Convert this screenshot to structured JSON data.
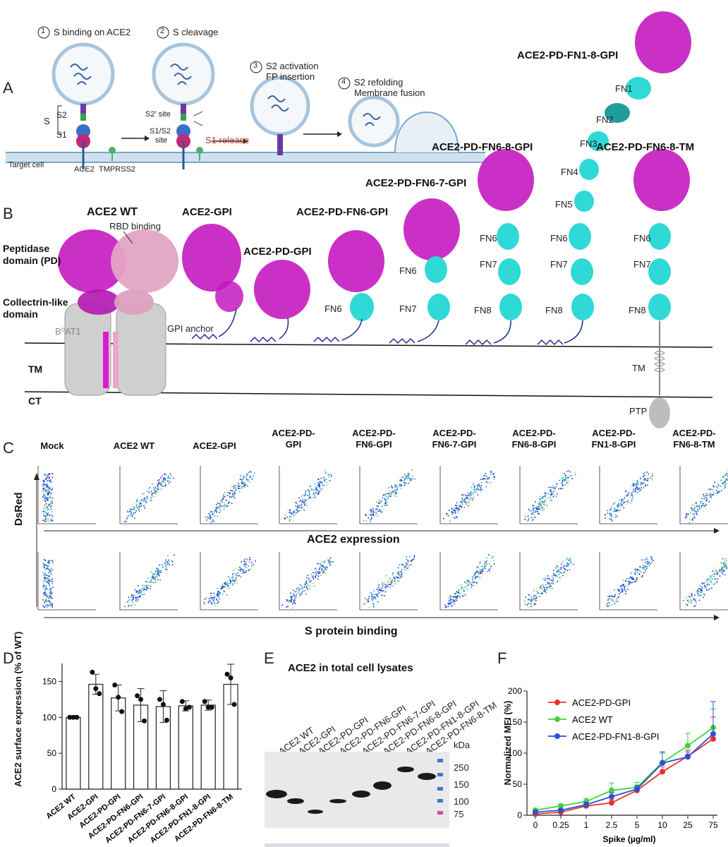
{
  "panels": {
    "a": "A",
    "b": "B",
    "c": "C",
    "d": "D",
    "e": "E",
    "f": "F"
  },
  "panel_a": {
    "steps": [
      {
        "num": "1",
        "label": "S binding on ACE2"
      },
      {
        "num": "2",
        "label": "S cleavage"
      },
      {
        "num": "3",
        "label": "S2 activation",
        "label2": "FP insertion"
      },
      {
        "num": "4",
        "label": "S2 refolding",
        "label2": "Membrane fusion"
      }
    ],
    "s_label": "S",
    "s2_label": "S2",
    "s1_label": "S1",
    "s2prime_site": "S2' site",
    "s1s2_site": "S1/S2",
    "site_word": "site",
    "s1_release": "S1 release",
    "target_cell": "Target cell",
    "ace2": "ACE2",
    "tmprss2": "TMPRSS2"
  },
  "panel_b": {
    "constructs": [
      "ACE2 WT",
      "ACE2-GPI",
      "ACE2-PD-GPI",
      "ACE2-PD-FN6-GPI",
      "ACE2-PD-FN6-7-GPI",
      "ACE2-PD-FN6-8-GPI",
      "ACE2-PD-FN1-8-GPI",
      "ACE2-PD-FN6-8-TM"
    ],
    "rbd_binding": "RBD binding",
    "peptidase_l1": "Peptidase",
    "peptidase_l2": "domain (PD)",
    "collectrin_l1": "Collectrin-like",
    "collectrin_l2": "domain",
    "b0at1": "B⁰AT1",
    "gpi_anchor": "GPI anchor",
    "tm": "TM",
    "ct": "CT",
    "ptp": "PTP",
    "fn": {
      "fn1": "FN1",
      "fn2": "FN2",
      "fn3": "FN3",
      "fn4": "FN4",
      "fn5": "FN5",
      "fn6": "FN6",
      "fn7": "FN7",
      "fn8": "FN8"
    }
  },
  "panel_c": {
    "samples": [
      {
        "l1": "Mock",
        "l2": ""
      },
      {
        "l1": "ACE2 WT",
        "l2": ""
      },
      {
        "l1": "ACE2-GPI",
        "l2": ""
      },
      {
        "l1": "ACE2-PD-",
        "l2": "GPI"
      },
      {
        "l1": "ACE2-PD-",
        "l2": "FN6-GPI"
      },
      {
        "l1": "ACE2-PD-",
        "l2": "FN6-7-GPI"
      },
      {
        "l1": "ACE2-PD-",
        "l2": "FN6-8-GPI"
      },
      {
        "l1": "ACE2-PD-",
        "l2": "FN1-8-GPI"
      },
      {
        "l1": "ACE2-PD-",
        "l2": "FN6-8-TM"
      }
    ],
    "yaxis": "DsRed",
    "xaxis_top": "ACE2 expression",
    "xaxis_bottom": "S protein binding"
  },
  "panel_e": {
    "title": "ACE2 in total cell lysates",
    "lanes": [
      "ACE2 WT",
      "ACE2-GPI",
      "ACE2-PD-GPI",
      "ACE2-PD-FN6-GPI",
      "ACE2-PD-FN6-7-GPI",
      "ACE2-PD-FN6-8-GPI",
      "ACE2-PD-FN1-8-GPI",
      "ACE2-PD-FN6-8-TM"
    ],
    "kda": "kDa",
    "markers": [
      "250",
      "150",
      "100",
      "75"
    ]
  },
  "chart_data": [
    {
      "type": "bar",
      "panel": "D",
      "ylabel": "ACE2 surface expression (% of WT)",
      "categories": [
        "ACE2 WT",
        "ACE2-GPI",
        "ACE2-PD-GPI",
        "ACE2-PD-FN6-GPI",
        "ACE2-PD-FN6-7-GPI",
        "ACE2-PD-FN6-8-GPI",
        "ACE2-PD-FN1-8-GPI",
        "ACE2-PD-FN6-8-TM"
      ],
      "values": [
        100,
        146,
        127,
        117,
        115,
        116,
        117,
        146
      ],
      "errors": [
        0,
        14,
        18,
        23,
        22,
        7,
        7,
        28
      ],
      "points": [
        [
          100,
          100,
          100
        ],
        [
          163,
          140,
          133
        ],
        [
          145,
          128,
          108
        ],
        [
          130,
          125,
          95
        ],
        [
          125,
          118,
          96
        ],
        [
          122,
          112,
          114
        ],
        [
          122,
          114,
          114
        ],
        [
          160,
          155,
          118
        ]
      ],
      "yticks": [
        0,
        50,
        100,
        150
      ],
      "ylim": [
        0,
        175
      ]
    },
    {
      "type": "line",
      "panel": "F",
      "ylabel": "Normalized MFI (%)",
      "xlabel": "Spike (µg/ml)",
      "x": [
        "0",
        "0.25",
        "1",
        "2.5",
        "5",
        "10",
        "25",
        "75"
      ],
      "yticks": [
        0,
        50,
        100,
        150,
        200
      ],
      "ylim": [
        0,
        200
      ],
      "series": [
        {
          "name": "ACE2-PD-GPI",
          "color": "#e8322c",
          "values": [
            2,
            5,
            15,
            20,
            40,
            70,
            95,
            123
          ],
          "errors": [
            1,
            2,
            3,
            5,
            6,
            8,
            10,
            35
          ]
        },
        {
          "name": "ACE2 WT",
          "color": "#3fd23c",
          "values": [
            8,
            15,
            22,
            40,
            45,
            85,
            112,
            141
          ],
          "errors": [
            2,
            3,
            5,
            12,
            8,
            15,
            20,
            30
          ]
        },
        {
          "name": "ACE2-PD-FN1-8-GPI",
          "color": "#2e4fd8",
          "values": [
            5,
            8,
            17,
            30,
            42,
            84,
            94,
            131
          ],
          "errors": [
            2,
            2,
            4,
            6,
            6,
            18,
            8,
            52
          ]
        }
      ]
    }
  ]
}
